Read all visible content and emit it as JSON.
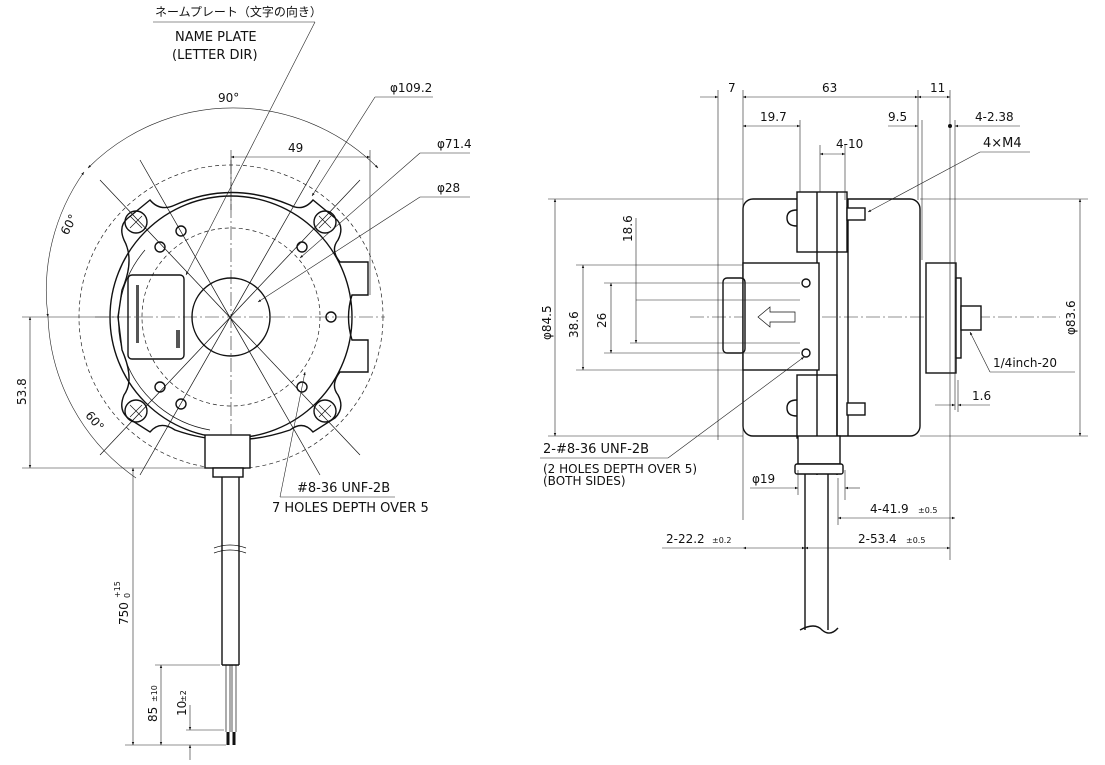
{
  "front_view": {
    "nameplate_jp": "ネームプレート（文字の向き）",
    "nameplate_en_1": "NAME PLATE",
    "nameplate_en_2": "(LETTER DIR)",
    "angle_top": "90°",
    "angle_left_upper": "60°",
    "angle_left_lower": "60°",
    "dim_49": "49",
    "dia_109": "φ109.2",
    "dia_71": "φ71.4",
    "dia_28": "φ28",
    "dim_53_8": "53.8",
    "dim_750": "750",
    "dim_750_tol_upper": "+15",
    "dim_750_tol_lower": "0",
    "dim_85": "85",
    "dim_85_tol": "±10",
    "dim_10": "10",
    "dim_10_tol": "±2",
    "thread_note": "#8-36 UNF-2B",
    "holes_note": "7 HOLES DEPTH OVER 5"
  },
  "side_view": {
    "dim_7": "7",
    "dim_63": "63",
    "dim_11": "11",
    "dim_19_7": "19.7",
    "dim_9_5": "9.5",
    "dim_4_2_38": "4-2.38",
    "dim_4_10": "4-10",
    "note_4xm4": "4×M4",
    "dia_84_5": "φ84.5",
    "dim_38_6": "38.6",
    "dim_26": "26",
    "dim_18_6": "18.6",
    "dia_83_6": "φ83.6",
    "shaft_thread": "1/4inch-20",
    "dim_1_6": "1.6",
    "side_thread_note": "2-#8-36 UNF-2B",
    "side_holes_note_1": "(2 HOLES DEPTH OVER 5)",
    "side_holes_note_2": "(BOTH SIDES)",
    "dia_19": "φ19",
    "dim_41_9": "4-41.9",
    "dim_41_9_tol": "±0.5",
    "dim_22_2": "2-22.2",
    "dim_22_2_tol": "±0.2",
    "dim_53_4": "2-53.4",
    "dim_53_4_tol": "±0.5"
  }
}
